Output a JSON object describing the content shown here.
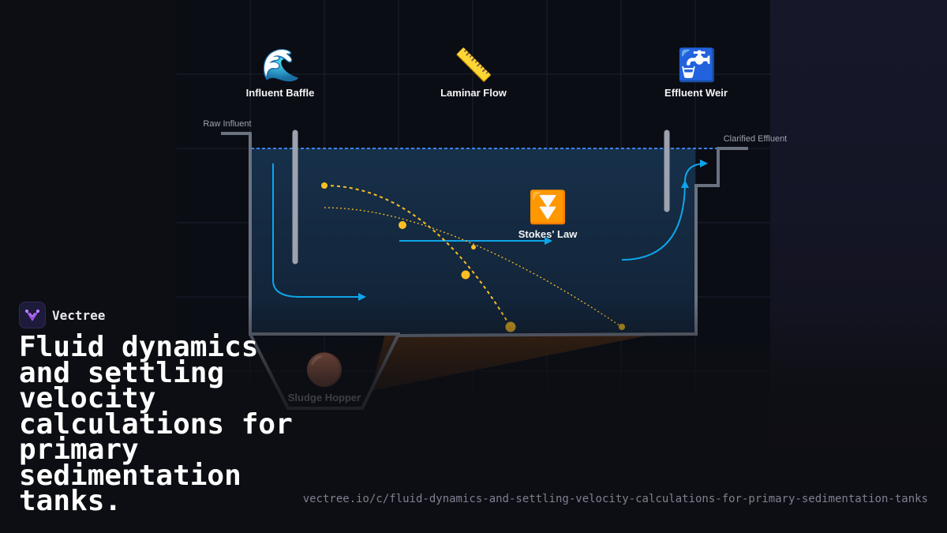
{
  "diagram": {
    "labels": {
      "influent_baffle": "Influent Baffle",
      "laminar_flow": "Laminar Flow",
      "effluent_weir": "Effluent Weir",
      "stokes_law": "Stokes' Law",
      "sludge_hopper": "Sludge Hopper",
      "raw_influent": "Raw Influent",
      "clarified_effluent": "Clarified Effluent"
    },
    "icons": {
      "influent_baffle": "🌊",
      "laminar_flow": "📏",
      "effluent_weir": "🚰",
      "stokes_law": "⏬",
      "sludge_hopper": "🟤"
    },
    "colors": {
      "water": "#15283e",
      "water_line": "#3b82f6",
      "flow_arrows": "#0ea5e9",
      "particles": "#fbbf24",
      "sludge": "#4a2a12",
      "tank_wall": "#6b7280",
      "baffle": "#9ca3af"
    }
  },
  "brand": {
    "name": "Vectree"
  },
  "title": "Fluid dynamics and settling velocity calculations for primary sedimentation tanks.",
  "url": "vectree.io/c/fluid-dynamics-and-settling-velocity-calculations-for-primary-sedimentation-tanks"
}
